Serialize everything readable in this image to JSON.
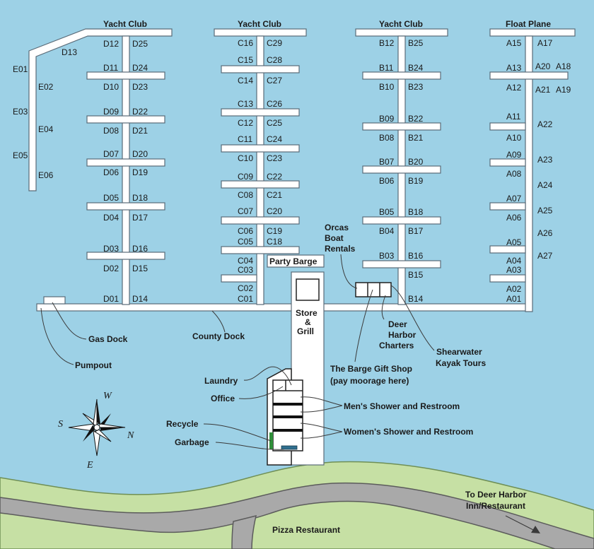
{
  "headers": {
    "d": "Yacht Club",
    "c": "Yacht Club",
    "b": "Yacht Club",
    "a": "Float Plane"
  },
  "slips": {
    "e": [
      "E01",
      "E02",
      "E03",
      "E04",
      "E05",
      "E06",
      "D13"
    ],
    "d": [
      "D12",
      "D25",
      "D11",
      "D24",
      "D10",
      "D23",
      "D09",
      "D22",
      "D08",
      "D21",
      "D07",
      "D20",
      "D06",
      "D19",
      "D05",
      "D18",
      "D04",
      "D17",
      "D03",
      "D16",
      "D02",
      "D15",
      "D01",
      "D14"
    ],
    "c": [
      "C16",
      "C29",
      "C15",
      "C28",
      "C14",
      "C27",
      "C13",
      "C26",
      "C12",
      "C25",
      "C11",
      "C24",
      "C10",
      "C23",
      "C09",
      "C22",
      "C08",
      "C21",
      "C07",
      "C20",
      "C06",
      "C19",
      "C05",
      "C18",
      "C04",
      "C03",
      "C02",
      "C01"
    ],
    "b": [
      "B12",
      "B25",
      "B11",
      "B24",
      "B10",
      "B23",
      "B09",
      "B22",
      "B08",
      "B21",
      "B07",
      "B20",
      "B06",
      "B19",
      "B05",
      "B18",
      "B04",
      "B17",
      "B03",
      "B16",
      "B15",
      "B14"
    ],
    "a": [
      "A15",
      "A17",
      "A13",
      "A20",
      "A18",
      "A12",
      "A21",
      "A19",
      "A11",
      "A22",
      "A10",
      "A09",
      "A23",
      "A08",
      "A24",
      "A07",
      "A25",
      "A06",
      "A26",
      "A05",
      "A27",
      "A04",
      "A03",
      "A02",
      "A01"
    ]
  },
  "labels": {
    "party_barge": "Party Barge",
    "store_1": "Store",
    "store_2": "&",
    "store_3": "Grill",
    "orcas_1": "Orcas",
    "orcas_2": "Boat",
    "orcas_3": "Rentals",
    "deer_1": "Deer",
    "deer_2": "Harbor",
    "deer_3": "Charters",
    "shearwater_1": "Shearwater",
    "shearwater_2": "Kayak Tours",
    "gift_1": "The Barge Gift Shop",
    "gift_2": "(pay moorage here)",
    "gas_dock": "Gas Dock",
    "pumpout": "Pumpout",
    "county_dock": "County Dock",
    "laundry": "Laundry",
    "office": "Office",
    "recycle": "Recycle",
    "garbage": "Garbage",
    "mens": "Men's Shower and Restroom",
    "womens": "Women's Shower and Restroom",
    "pizza": "Pizza Restaurant",
    "inn_1": "To Deer Harbor",
    "inn_2": "Inn/Restaurant"
  },
  "compass": {
    "n": "N",
    "s": "S",
    "e": "E",
    "w": "W"
  },
  "colors": {
    "water": "#9dd1e6",
    "land": "#c6e0a4",
    "road": "#a8a8a8",
    "dock": "#ffffff"
  }
}
